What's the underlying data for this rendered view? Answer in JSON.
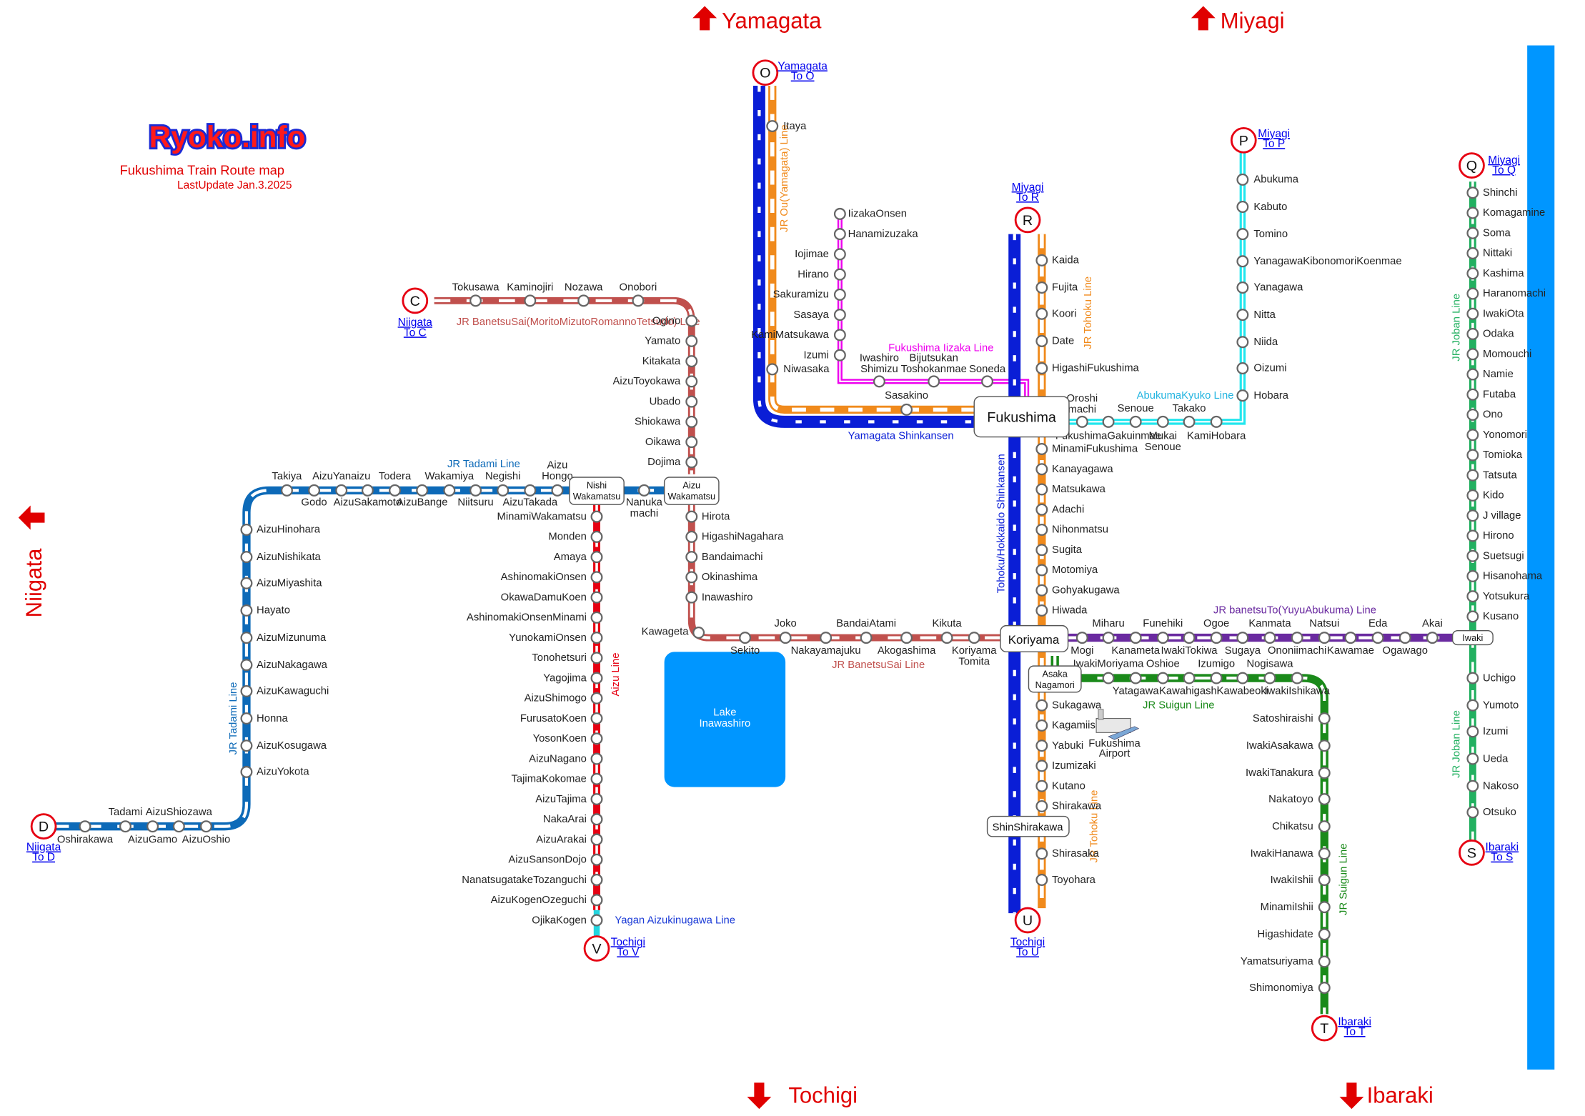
{
  "header": {
    "logo": "Ryoko.info",
    "title": "Fukushima Train Route map",
    "update": "LastUpdate Jan.3.2025"
  },
  "directions": {
    "yamagata": "Yamagata",
    "miyagi": "Miyagi",
    "niigata": "Niigata",
    "tochigi": "Tochigi",
    "ibaraki": "Ibaraki"
  },
  "colors": {
    "shinkansen": "#0a1ed6",
    "tohoku": "#f08a1c",
    "banetsu_sai": "#c0504d",
    "tadami": "#0d6ab8",
    "aizu": "#e60012",
    "iizaka": "#ee00ee",
    "abukuma": "#22e6ee",
    "banetsu_to": "#6a2aa0",
    "suigun": "#1a8a1a",
    "joban": "#22b060",
    "sea": "#0096ff",
    "lake": "#0096ff",
    "yagan": "#22d6e0"
  },
  "exits": {
    "O": {
      "letter": "O",
      "pref": "Yamagata",
      "to": "To O"
    },
    "P": {
      "letter": "P",
      "pref": "Miyagi",
      "to": "To P"
    },
    "Q": {
      "letter": "Q",
      "pref": "Miyagi",
      "to": "To Q"
    },
    "R": {
      "letter": "R",
      "pref": "Miyagi",
      "to": "To R"
    },
    "C": {
      "letter": "C",
      "pref": "Niigata",
      "to": "To C"
    },
    "D": {
      "letter": "D",
      "pref": "Niigata",
      "to": "To D"
    },
    "S": {
      "letter": "S",
      "pref": "Ibaraki",
      "to": "To S"
    },
    "T": {
      "letter": "T",
      "pref": "Ibaraki",
      "to": "To T"
    },
    "U": {
      "letter": "U",
      "pref": "Tochigi",
      "to": "To U"
    },
    "V": {
      "letter": "V",
      "pref": "Tochigi",
      "to": "To V"
    }
  },
  "hubs": {
    "fukushima": "Fukushima",
    "koriyama": "Koriyama",
    "shinshirakawa": "ShinShirakawa",
    "aizu_wakamatsu": [
      "Aizu",
      "Wakamatsu"
    ],
    "nishi_wakamatsu": [
      "Nishi",
      "Wakamatsu"
    ],
    "asaka_nagamori": [
      "Asaka",
      "Nagamori"
    ],
    "iwaki": "Iwaki"
  },
  "line_names": {
    "yamagata_shinkansen": "Yamagata Shinkansen",
    "ou_yamagata": "JR Ou(Yamagata) Line",
    "iizaka": "Fukushima Iizaka Line",
    "abukuma": "AbukumaKyuko Line",
    "tohoku_upper": "JR Tohoku Line",
    "tohoku_lower": "JR Tohoku Line",
    "tohoku_shinkansen": "Tohoku/Hokkaido Shinkansen",
    "banetsu_sai_upper": "JR BanetsuSai(MoritoMizutoRomannoTetsudo) Line",
    "banetsu_sai_lower": "JR BanetsuSai Line",
    "tadami_top": "JR Tadami Line",
    "tadami_side": "JR Tadami Line",
    "aizu": "Aizu Line",
    "yagan": "Yagan Aizukinugawa Line",
    "banetsu_to": "JR banetsuTo(YuyuAbukuma) Line",
    "suigun_top": "JR Suigun Line",
    "suigun_side": "JR Suigun Line",
    "joban_upper": "JR Joban Line",
    "joban_lower": "JR Joban Line"
  },
  "lake": [
    "Lake",
    "Inawashiro"
  ],
  "airport": [
    "Fukushima",
    "Airport"
  ],
  "stations": {
    "ou": [
      "Itaya",
      "Niwasaka"
    ],
    "iizaka": [
      "IizakaOnsen",
      "Hanamizuzaka",
      "Iojimae",
      "Hirano",
      "Sakuramizu",
      "Sasaya",
      "KamiMatsukawa",
      "Izumi",
      "Iwashiro Shimizu",
      "Bijutsukan Toshokanmae",
      "Soneda"
    ],
    "sasakino": "Sasakino",
    "tohoku_north": [
      "Kaida",
      "Fujita",
      "Koori",
      "Date",
      "HigashiFukushima"
    ],
    "tohoku_mid": [
      "MinamiFukushima",
      "Kanayagawa",
      "Matsukawa",
      "Adachi",
      "Nihonmatsu",
      "Sugita",
      "Motomiya",
      "Gohyakugawa",
      "Hiwada"
    ],
    "tohoku_south": [
      "Sukagawa",
      "Kagamiishi",
      "Yabuki",
      "Izumizaki",
      "Kutano",
      "Shirakawa"
    ],
    "tohoku_end": [
      "Shirasaka",
      "Toyohara"
    ],
    "abukuma_west": [
      "Oroshi machi",
      "FukushimaGakuinmae",
      "Senoue",
      "Mukai Senoue",
      "Takako",
      "KamiHobara"
    ],
    "abukuma_north": [
      "Abukuma",
      "Kabuto",
      "Tomino",
      "YanagawaKibonomoriKoenmae",
      "Yanagawa",
      "Nitta",
      "Niida",
      "Oizumi",
      "Hobara"
    ],
    "banetsu_sai_top": [
      "Tokusawa",
      "Kaminojiri",
      "Nozawa",
      "Onobori"
    ],
    "banetsu_sai_vert": [
      "Ogino",
      "Yamato",
      "Kitakata",
      "AizuToyokawa",
      "Ubado",
      "Shiokawa",
      "Oikawa",
      "Dojima"
    ],
    "banetsu_sai_south": [
      "Hirota",
      "HigashiNagahara",
      "Bandaimachi",
      "Okinashima",
      "Inawashiro",
      "Kawageta"
    ],
    "banetsu_sai_bottom": [
      "Sekito",
      "Joko",
      "Nakayamajuku",
      "BandaiAtami",
      "Akogashima",
      "Kikuta",
      "Koriyama Tomita"
    ],
    "tadami_top": [
      "Takiya",
      "Godo",
      "AizuYanaizu",
      "AizuSakamoto",
      "Todera",
      "AizuBange",
      "Wakamiya",
      "Niitsuru",
      "Negishi",
      "AizuTakada",
      "Aizu Hongo"
    ],
    "nanuka": "Nanuka machi",
    "tadami_side": [
      "AizuHinohara",
      "AizuNishikata",
      "AizuMiyashita",
      "Hayato",
      "AizuMizunuma",
      "AizuNakagawa",
      "AizuKawaguchi",
      "Honna",
      "AizuKosugawa",
      "AizuYokota"
    ],
    "tadami_bottom": [
      "Oshirakawa",
      "Tadami",
      "AizuGamo",
      "AizuShiozawa",
      "AizuOshio"
    ],
    "aizu": [
      "MinamiWakamatsu",
      "Monden",
      "Amaya",
      "AshinomakiOnsen",
      "OkawaDamuKoen",
      "AshinomakiOnsenMinami",
      "YunokamiOnsen",
      "Tonohetsuri",
      "Yagojima",
      "AizuShimogo",
      "FurusatoKoen",
      "YosonKoen",
      "AizuNagano",
      "TajimaKokomae",
      "AizuTajima",
      "NakaArai",
      "AizuArakai",
      "AizuSansonDojo",
      "NanatsugatakeTozanguchi",
      "AizuKogenOzeguchi",
      "OjikaKogen"
    ],
    "banetsu_to": [
      "Mogi",
      "Miharu",
      "Kanameta",
      "Funehiki",
      "IwakiTokiwa",
      "Ogoe",
      "Sugaya",
      "Kanmata",
      "Ononiimachi",
      "Natsui",
      "Kawamae",
      "Eda",
      "Ogawago",
      "Akai"
    ],
    "suigun_top": [
      "IwakiMoriyama",
      "Yatagawa",
      "Oshioe",
      "Kawahigashi",
      "Izumigo",
      "Kawabeoki",
      "Nogisawa",
      "IwakiIshikawa"
    ],
    "suigun_side": [
      "Satoshiraishi",
      "IwakiAsakawa",
      "IwakiTanakura",
      "Nakatoyo",
      "Chikatsu",
      "IwakiHanawa",
      "IwakiIshii",
      "MinamiIshii",
      "Higashidate",
      "Yamatsuriyama",
      "Shimonomiya"
    ],
    "joban_north": [
      "Shinchi",
      "Komagamine",
      "Soma",
      "Nittaki",
      "Kashima",
      "Haranomachi",
      "IwakiOta",
      "Odaka",
      "Momouchi",
      "Namie",
      "Futaba",
      "Ono",
      "Yonomori",
      "Tomioka",
      "Tatsuta",
      "Kido",
      "J village",
      "Hirono",
      "Suetsugi",
      "Hisanohama",
      "Yotsukura",
      "Kusano"
    ],
    "joban_south": [
      "Uchigo",
      "Yumoto",
      "Izumi",
      "Ueda",
      "Nakoso",
      "Otsuko"
    ]
  }
}
